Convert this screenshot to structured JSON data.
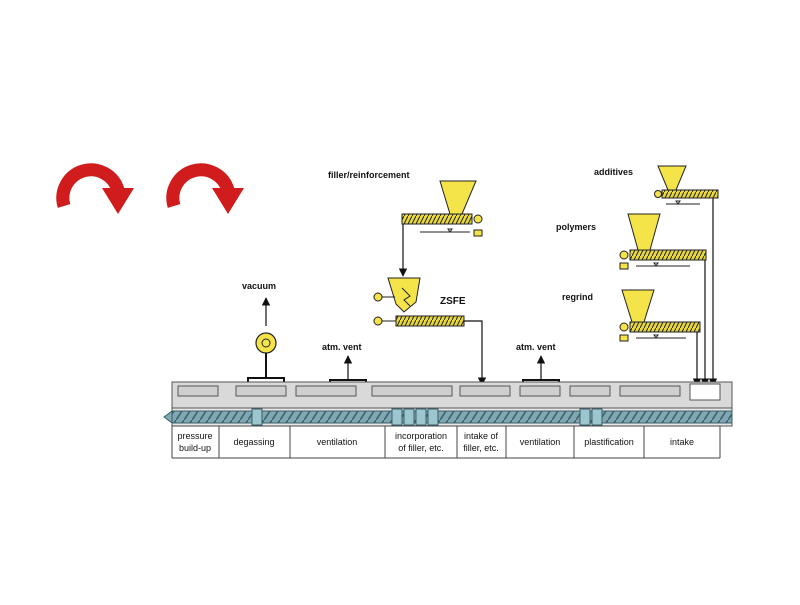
{
  "labels": {
    "filler_reinforcement": "filler/reinforcement",
    "additives": "additives",
    "polymers": "polymers",
    "regrind": "regrind",
    "vacuum": "vacuum",
    "zsfe": "ZSFE",
    "atm_vent_left": "atm. vent",
    "atm_vent_right": "atm. vent"
  },
  "zones": [
    {
      "line1": "pressure",
      "line2": "build-up"
    },
    {
      "line1": "degassing",
      "line2": ""
    },
    {
      "line1": "ventilation",
      "line2": ""
    },
    {
      "line1": "incorporation",
      "line2": "of filler, etc."
    },
    {
      "line1": "intake of",
      "line2": "filler, etc."
    },
    {
      "line1": "ventilation",
      "line2": ""
    },
    {
      "line1": "plastification",
      "line2": ""
    },
    {
      "line1": "intake",
      "line2": ""
    }
  ],
  "colors": {
    "rotation_arrow": "#d01c1c",
    "hopper": "#f4e44a",
    "screw_feeder": "#e8d83a",
    "barrel": "#d9d9d9",
    "screw_shaft": "#7fa7b3"
  },
  "icons": {
    "rotation_left": "rotation-arrow-icon",
    "rotation_right": "rotation-arrow-icon",
    "vacuum_pump": "vacuum-pump-icon"
  }
}
